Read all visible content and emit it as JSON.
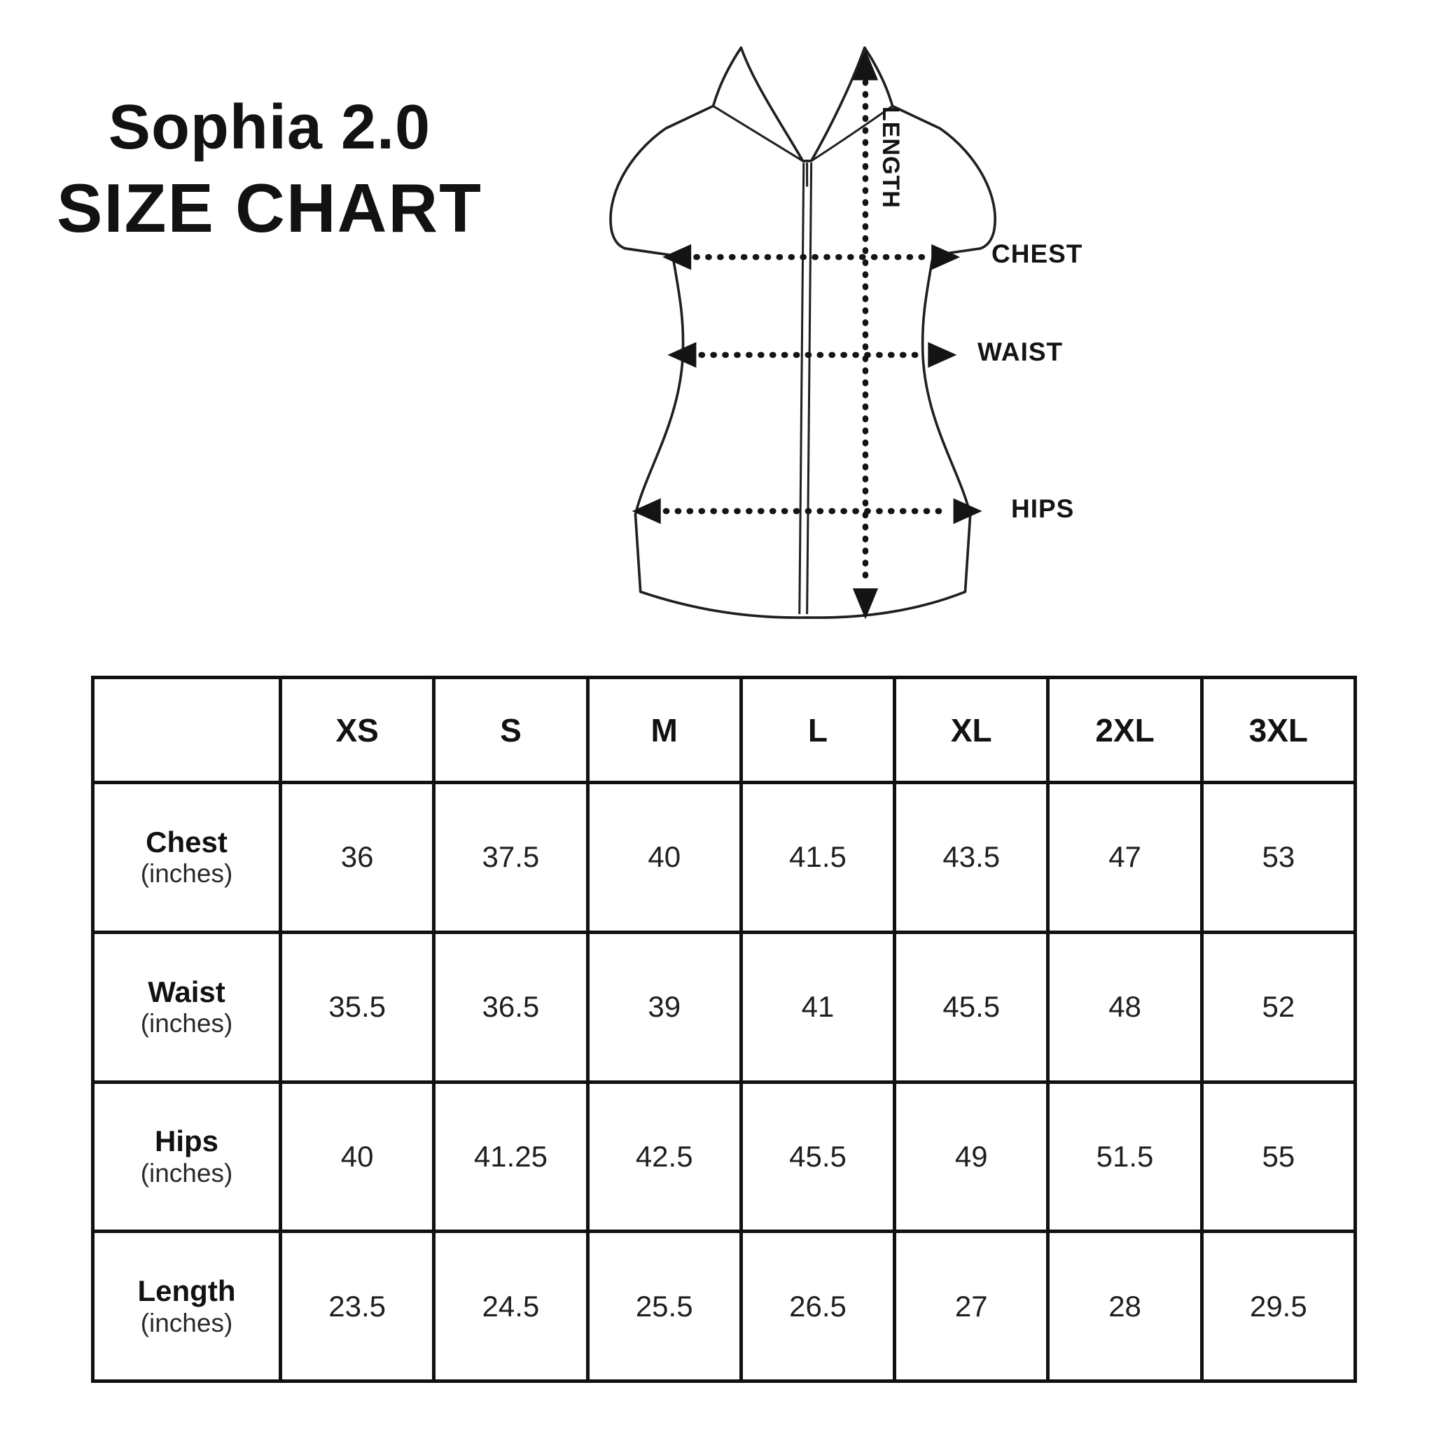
{
  "title": {
    "line1": "Sophia 2.0",
    "line2": "SIZE CHART"
  },
  "diagram": {
    "labels": {
      "length": "LENGTH",
      "chest": "CHEST",
      "waist": "WAIST",
      "hips": "HIPS"
    }
  },
  "table": {
    "corner": "",
    "sizes": [
      "XS",
      "S",
      "M",
      "L",
      "XL",
      "2XL",
      "3XL"
    ],
    "rows": [
      {
        "label": "Chest",
        "unit": "(inches)",
        "values": [
          "36",
          "37.5",
          "40",
          "41.5",
          "43.5",
          "47",
          "53"
        ]
      },
      {
        "label": "Waist",
        "unit": "(inches)",
        "values": [
          "35.5",
          "36.5",
          "39",
          "41",
          "45.5",
          "48",
          "52"
        ]
      },
      {
        "label": "Hips",
        "unit": "(inches)",
        "values": [
          "40",
          "41.25",
          "42.5",
          "45.5",
          "49",
          "51.5",
          "55"
        ]
      },
      {
        "label": "Length",
        "unit": "(inches)",
        "values": [
          "23.5",
          "24.5",
          "25.5",
          "26.5",
          "27",
          "28",
          "29.5"
        ]
      }
    ]
  },
  "colors": {
    "ink": "#111111",
    "background": "#ffffff"
  },
  "chart_data": {
    "type": "table",
    "title": "Sophia 2.0 SIZE CHART",
    "columns": [
      "",
      "XS",
      "S",
      "M",
      "L",
      "XL",
      "2XL",
      "3XL"
    ],
    "rows": [
      {
        "measurement": "Chest (inches)",
        "values": [
          36,
          37.5,
          40,
          41.5,
          43.5,
          47,
          53
        ]
      },
      {
        "measurement": "Waist (inches)",
        "values": [
          35.5,
          36.5,
          39,
          41,
          45.5,
          48,
          52
        ]
      },
      {
        "measurement": "Hips (inches)",
        "values": [
          40,
          41.25,
          42.5,
          45.5,
          49,
          51.5,
          55
        ]
      },
      {
        "measurement": "Length (inches)",
        "values": [
          23.5,
          24.5,
          25.5,
          26.5,
          27,
          28,
          29.5
        ]
      }
    ],
    "annotations": [
      "LENGTH",
      "CHEST",
      "WAIST",
      "HIPS"
    ]
  }
}
